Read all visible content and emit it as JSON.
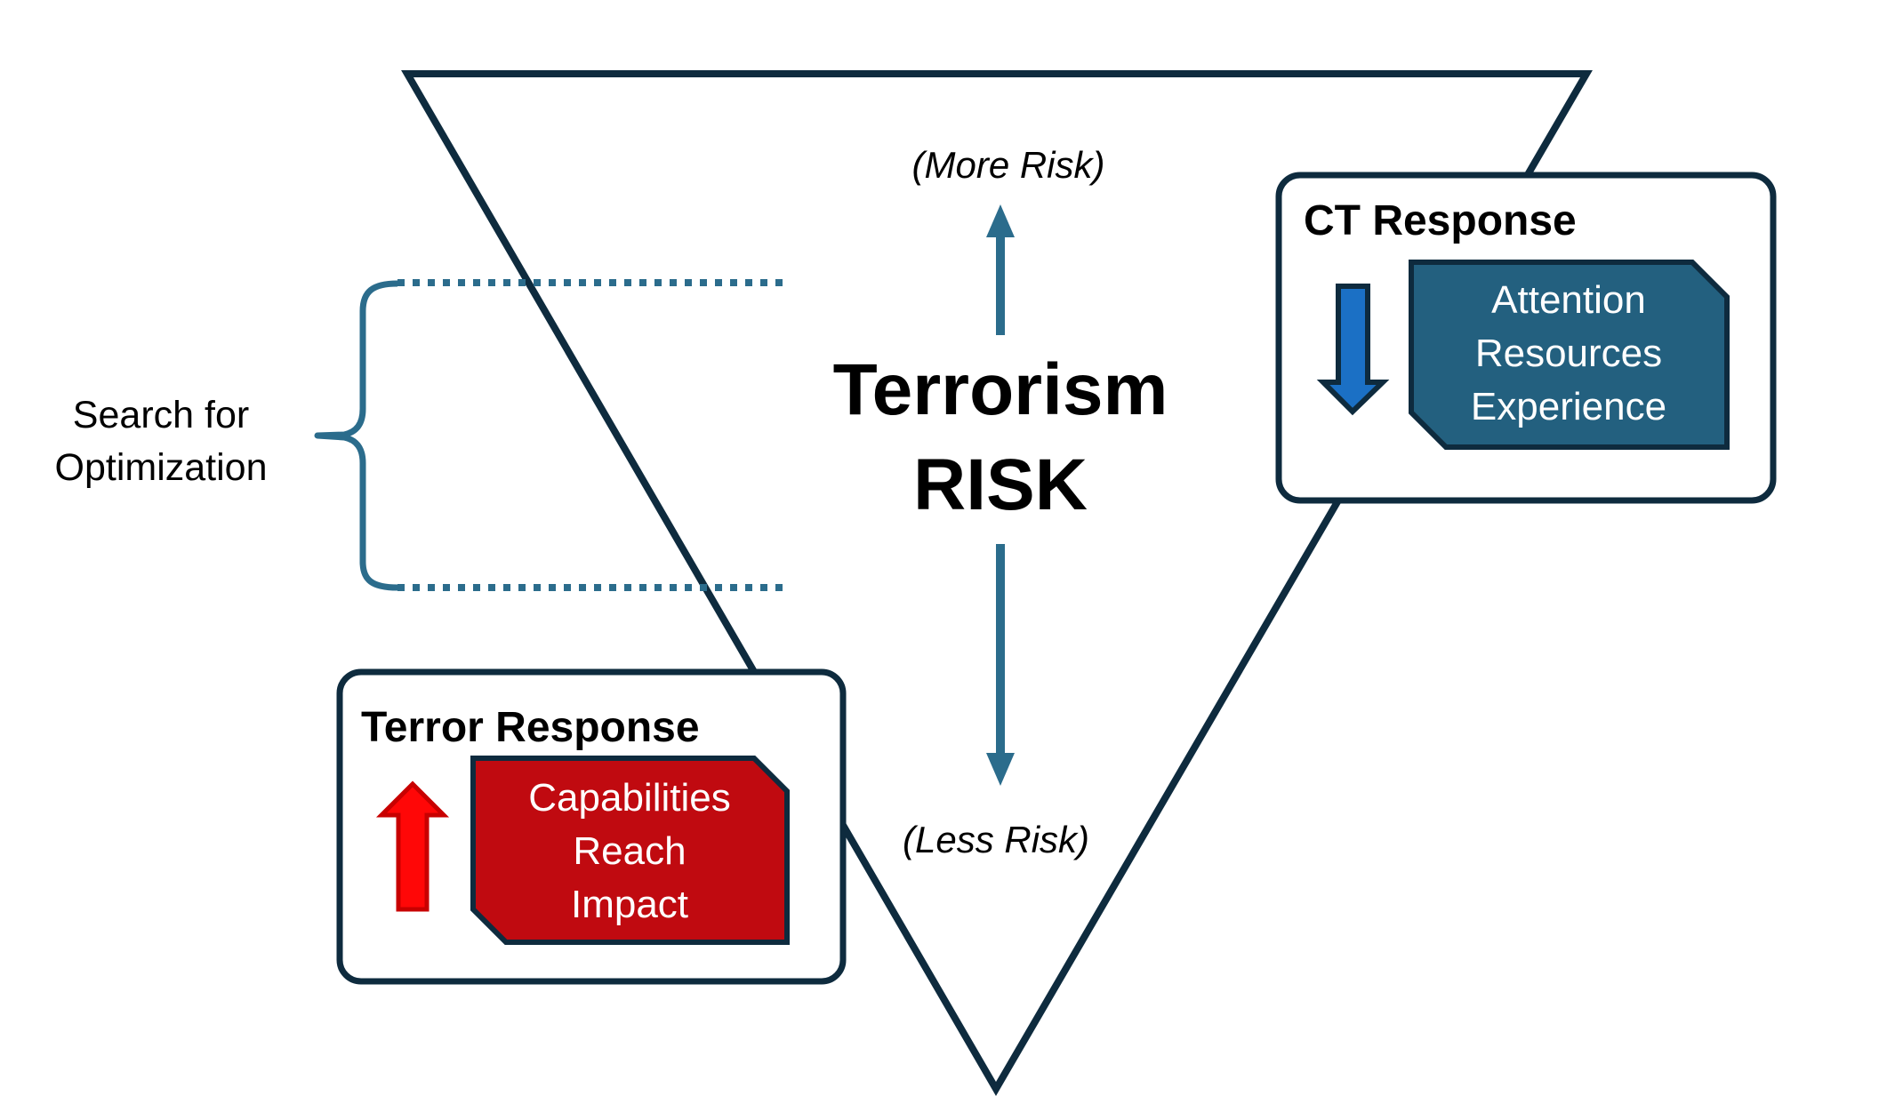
{
  "diagram": {
    "triangle_label": {
      "line1": "Terrorism",
      "line2": "RISK"
    },
    "axis": {
      "more": "(More Risk)",
      "less": "(Less Risk)"
    },
    "optimization": {
      "line1": "Search for",
      "line2": "Optimization"
    },
    "ct_box": {
      "title": "CT Response",
      "items": [
        "Attention",
        "Resources",
        "Experience"
      ]
    },
    "terror_box": {
      "title": "Terror Response",
      "items": [
        "Capabilities",
        "Reach",
        "Impact"
      ]
    },
    "colors": {
      "outline_navy": "#0e2b3e",
      "teal_accent": "#2b6c8c",
      "ct_panel_fill": "#23607f",
      "ct_arrow_blue": "#1b70c5",
      "terror_panel_fill": "#c00a10",
      "terror_arrow_red": "#ff0707",
      "terror_arrow_outline": "#c80000",
      "text_black": "#000000",
      "text_white": "#ffffff"
    }
  }
}
